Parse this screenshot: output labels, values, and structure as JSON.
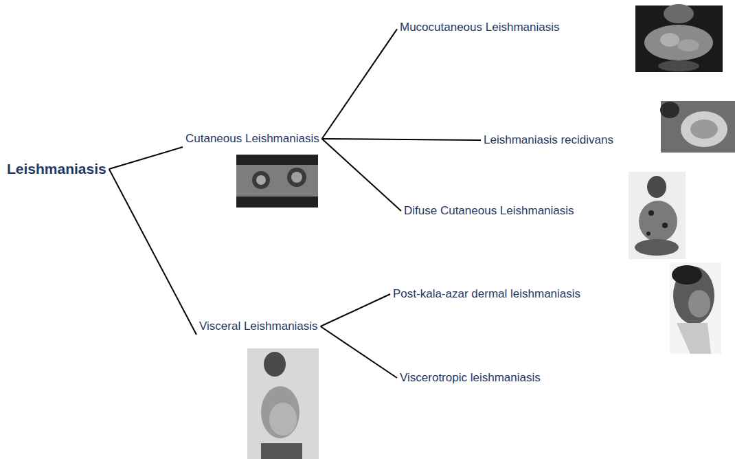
{
  "diagram": {
    "nodes": [
      {
        "text": [
          "Leishmaniasis"
        ]
      },
      {
        "text": [
          "Cutaneous Leishmaniasis"
        ]
      },
      {
        "text": [
          "Visceral Leishmaniasis"
        ]
      },
      {
        "text": [
          "Mucocutaneous Leishmaniasis"
        ]
      },
      {
        "text": [
          "Leishmaniasis recidivans"
        ]
      },
      {
        "text": [
          "Difuse Cutaneous Leishmaniasis"
        ]
      },
      {
        "text": [
          "Post-kala-azar dermal leishmaniasis"
        ]
      },
      {
        "text": [
          "Viscerotropic leishmaniasis"
        ]
      }
    ],
    "edges": [
      {
        "from": 0,
        "to": 1,
        "arrow": "none"
      },
      {
        "from": 0,
        "to": 2,
        "arrow": "none"
      },
      {
        "from": 1,
        "to": 3,
        "arrow": "none"
      },
      {
        "from": 1,
        "to": 4,
        "arrow": "none"
      },
      {
        "from": 1,
        "to": 5,
        "arrow": "none"
      },
      {
        "from": 2,
        "to": 6,
        "arrow": "none"
      },
      {
        "from": 2,
        "to": 7,
        "arrow": "none"
      }
    ]
  }
}
